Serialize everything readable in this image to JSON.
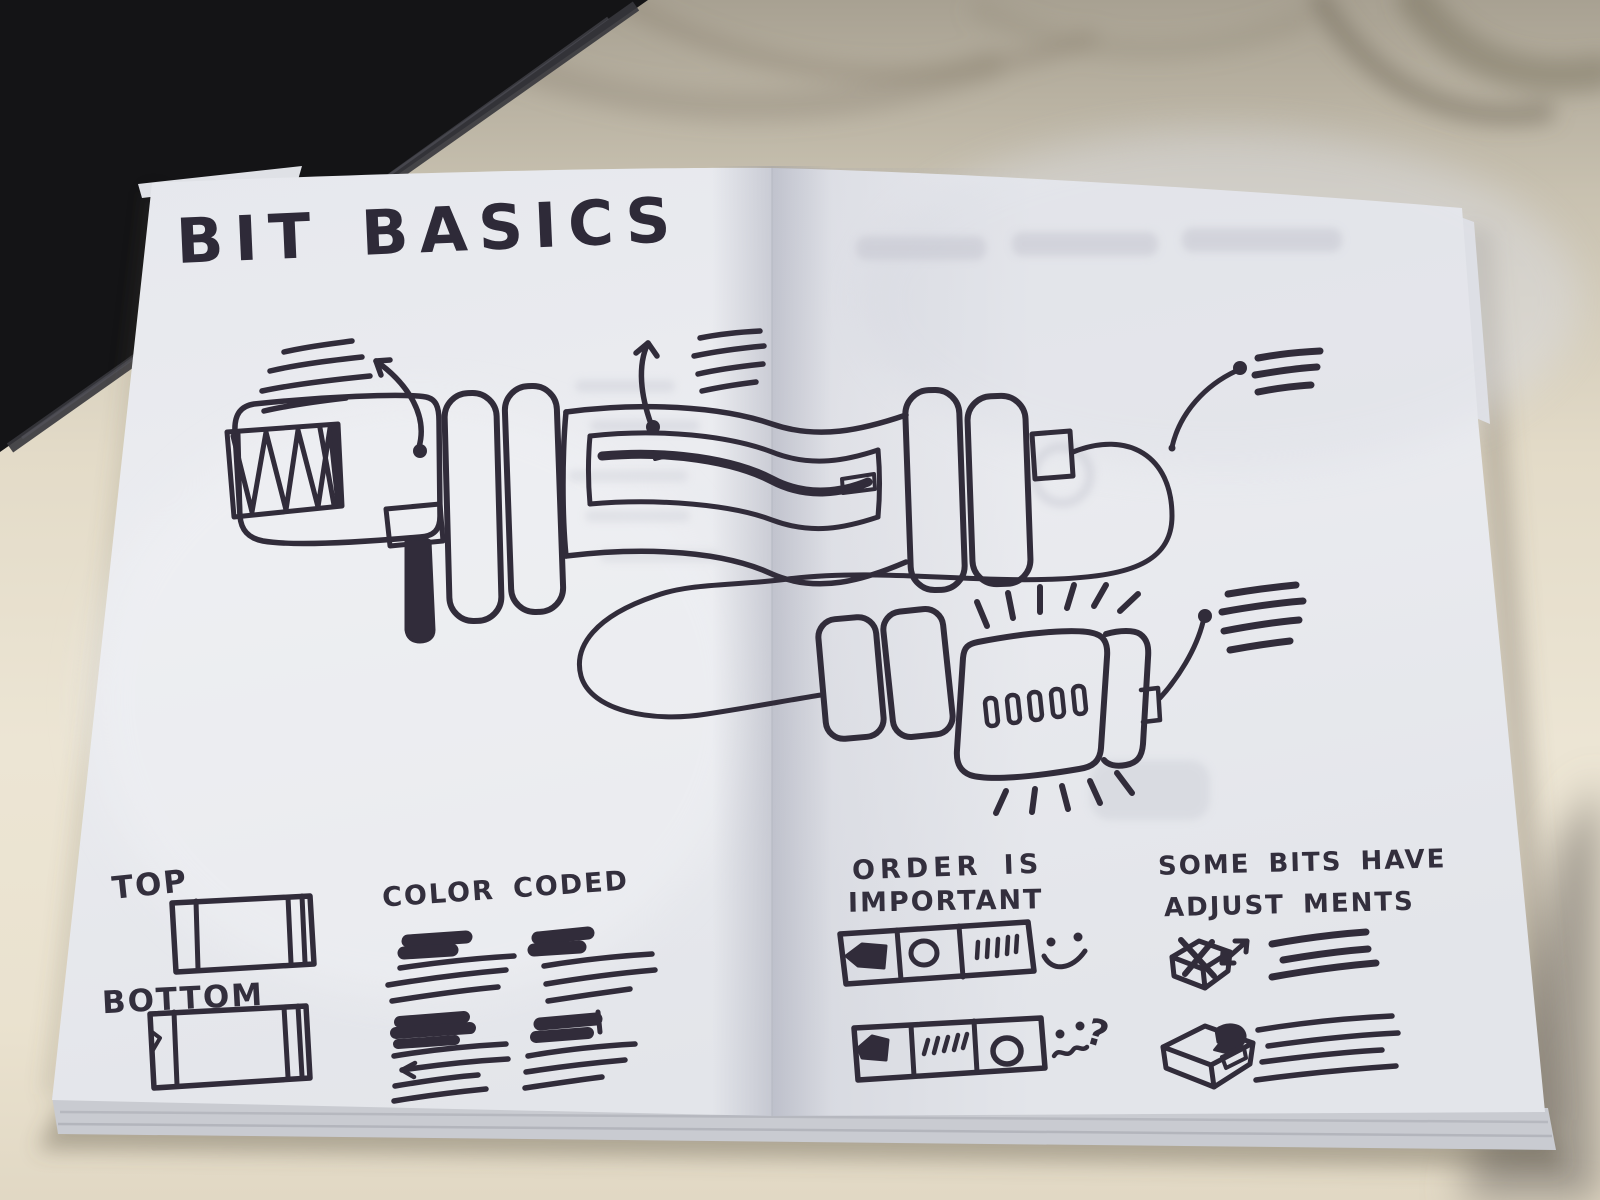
{
  "colors": {
    "ink": "#312c3a",
    "paper": "#e9eaee",
    "desk": "#e7dfcc",
    "laptop_edge": "#141416",
    "page_stack_edge": "#c9cbd1"
  },
  "title": "BIT BASICS",
  "annotations": {
    "orientation": {
      "top": "TOP",
      "bottom": "BOTTOM"
    },
    "color_coded": {
      "heading": "COLOR CODED"
    },
    "order": {
      "heading_line1": "ORDER IS",
      "heading_line2": "IMPORTANT",
      "confused_mark": "?",
      "correct_sequence": [
        "power-flag",
        "button-circle",
        "bargraph-dashes"
      ],
      "wrong_sequence": [
        "power-flag",
        "bargraph-dashes",
        "button-circle"
      ]
    },
    "adjustments": {
      "heading_line1": "SOME BITS HAVE",
      "heading_line2": "ADJUST MENTS",
      "items": [
        "slider-with-arrow",
        "dial-with-knob"
      ]
    }
  },
  "sketch": {
    "modules": [
      "power-bit",
      "magnetic-connector",
      "slider-bit",
      "wire-loop",
      "magnetic-connector",
      "led-bargraph-bit"
    ],
    "callout_count": 4
  }
}
